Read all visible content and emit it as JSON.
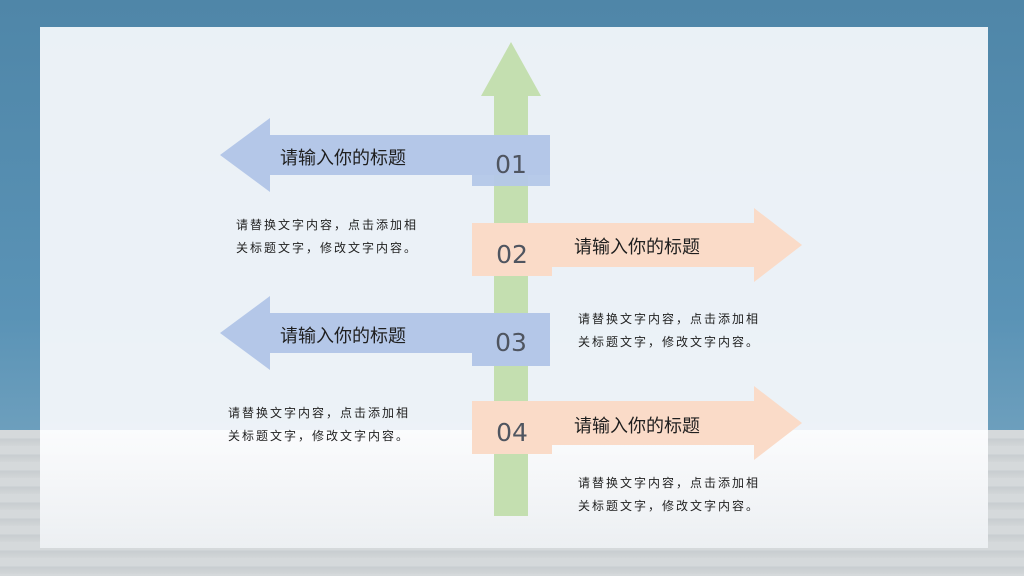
{
  "items": [
    {
      "num": "01",
      "title": "请输入你的标题",
      "desc_line1": "请替换文字内容，点击添加相",
      "desc_line2": "关标题文字，修改文字内容。"
    },
    {
      "num": "02",
      "title": "请输入你的标题",
      "desc_line1": "请替换文字内容，点击添加相",
      "desc_line2": "关标题文字，修改文字内容。"
    },
    {
      "num": "03",
      "title": "请输入你的标题",
      "desc_line1": "请替换文字内容，点击添加相",
      "desc_line2": "关标题文字，修改文字内容。"
    },
    {
      "num": "04",
      "title": "请输入你的标题",
      "desc_line1": "请替换文字内容，点击添加相",
      "desc_line2": "关标题文字，修改文字内容。"
    }
  ],
  "colors": {
    "left_arrow": "#b4c7e8",
    "right_arrow": "#fadbc8",
    "center_arrow": "#c4dfb0"
  }
}
